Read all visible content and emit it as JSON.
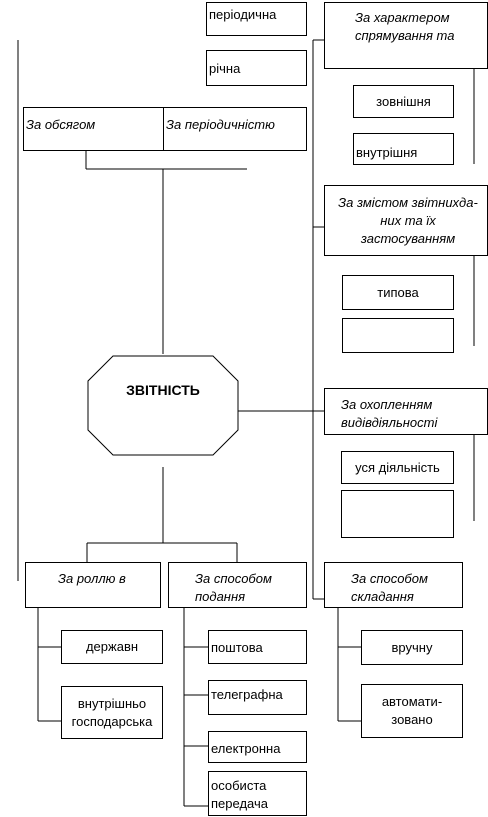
{
  "center": "ЗВІТНІСТЬ",
  "top": {
    "periodic": "періодична",
    "annual": "річна"
  },
  "left": {
    "by_volume": "За обсягом",
    "by_periodicity": "За періодичністю"
  },
  "right": {
    "by_direction": {
      "title": "За характером спрямування та",
      "items": [
        "зовнішня",
        "внутрішня"
      ]
    },
    "by_content": {
      "title": "За змістом звітнихда-них та їх застосуванням",
      "items": [
        "типова",
        ""
      ]
    },
    "by_coverage": {
      "title": "За охопленням видівдіяльності",
      "items": [
        "уся діяльність",
        ""
      ]
    },
    "by_compiling": {
      "title": "За способом складання",
      "items": [
        "вручну",
        "автомати-зовано"
      ]
    }
  },
  "bottom": {
    "by_role": {
      "title": "За роллю в",
      "items": [
        "державн",
        "внутрішньо господарська"
      ]
    },
    "by_submission": {
      "title": "За способом подання",
      "items": [
        "поштова",
        "телеграфна",
        "електронна",
        "особиста передача"
      ]
    }
  }
}
